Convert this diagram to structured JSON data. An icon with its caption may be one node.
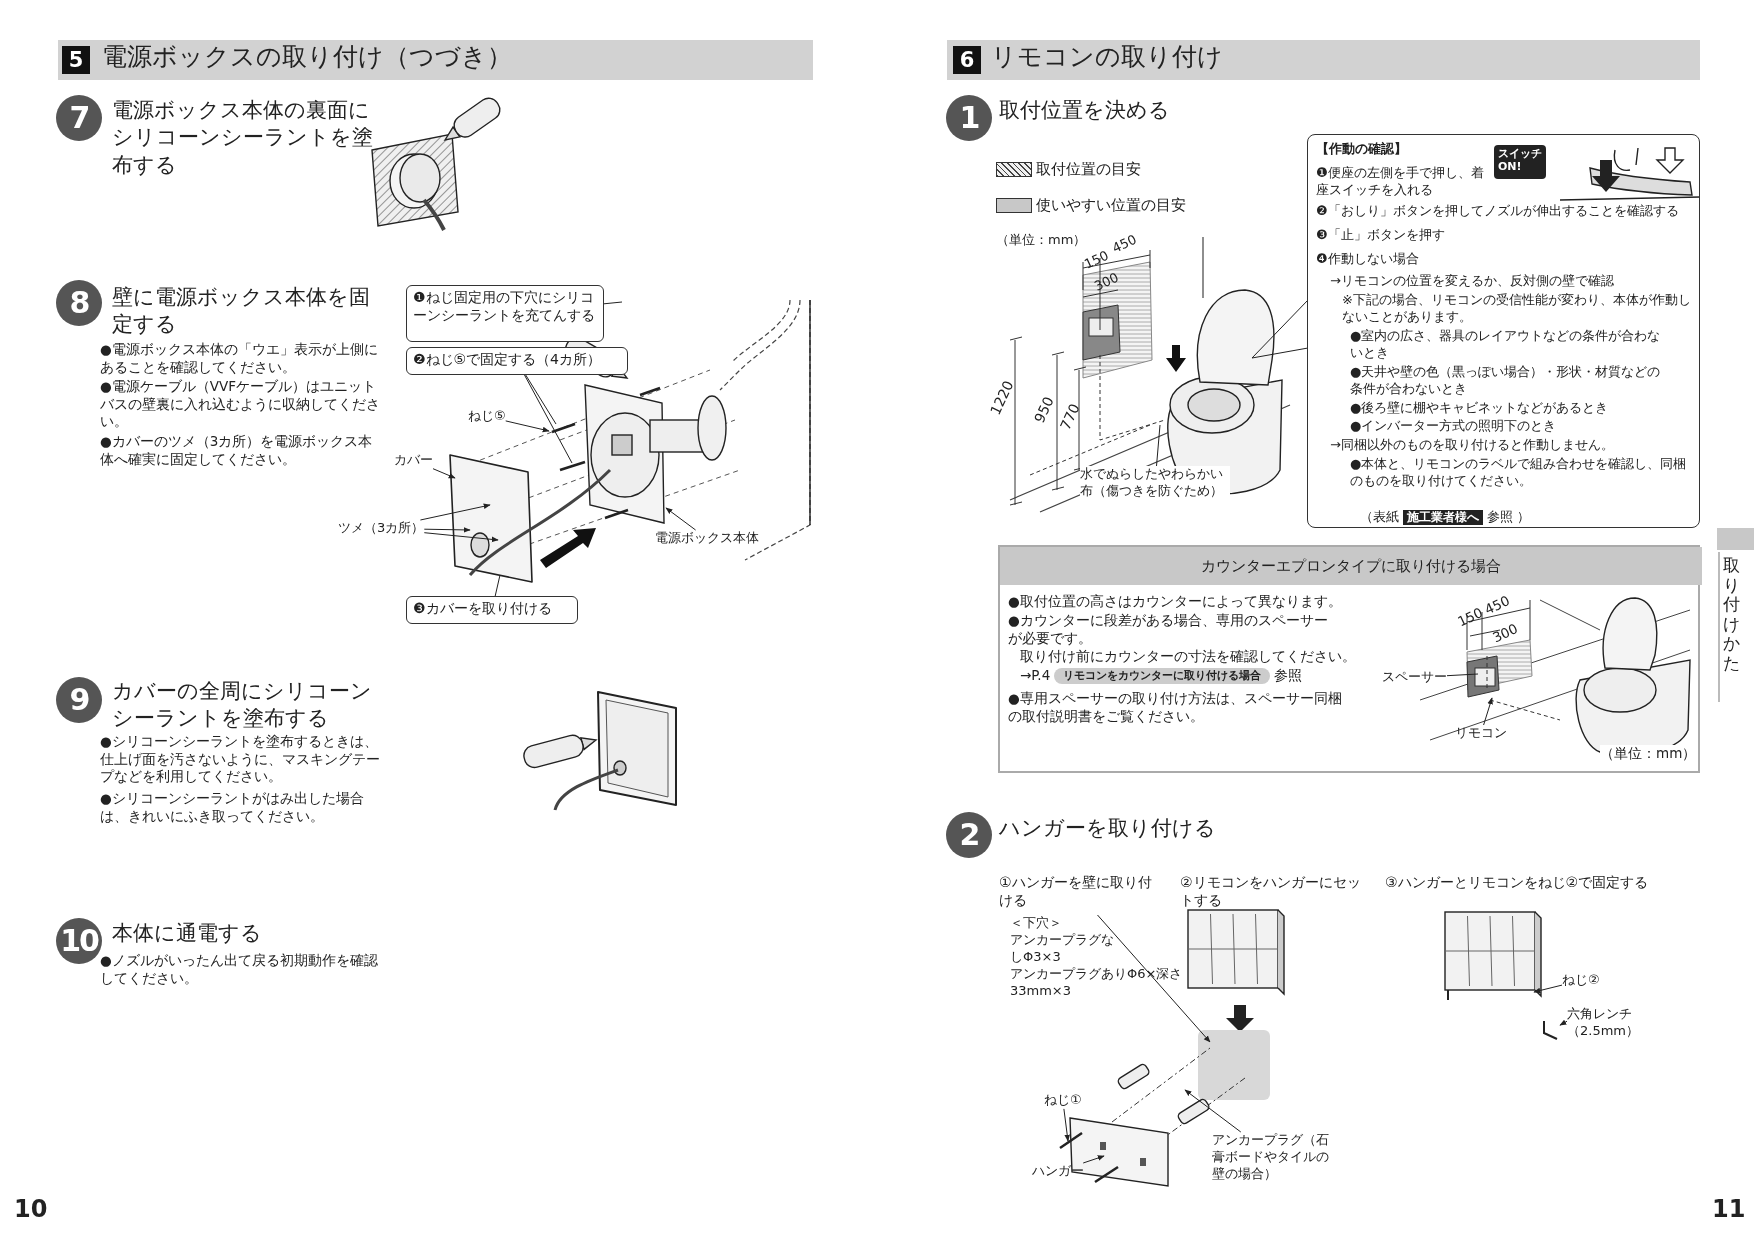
{
  "diagram": {
    "nodes": [
      {
        "text": [
          "❶ねじ固定用の下穴にシリコーンシーラントを充てんする"
        ]
      },
      {
        "text": [
          "❷ねじ⑤で固定する（4カ所）"
        ]
      },
      {
        "text": [
          "ねじ⑤"
        ]
      },
      {
        "text": [
          "カバー"
        ]
      },
      {
        "text": [
          "ツメ（3カ所）"
        ]
      },
      {
        "text": [
          "電源ボックス本体"
        ]
      },
      {
        "text": [
          "❸カバーを取り付ける"
        ]
      },
      {
        "text": [
          "水でぬらしたやわらかい布（傷つきを防ぐため）"
        ]
      },
      {
        "text": [
          "【作動の確認】",
          "❶便座の左側を手で押し、着座スイッチを入れる",
          "❷「おしり」ボタンを押してノズルが伸出することを確認する",
          "❸「止」ボタンを押す",
          "❹作動しない場合",
          "→リモコンの位置を変えるか、反対側の壁で確認",
          "※下記の場合、リモコンの受信性能が変わり、本体が作動しないことがあります。",
          "●室内の広さ、器具のレイアウトなどの条件が合わないとき",
          "●天井や壁の色（黒っぽい場合）・形状・材質などの条件が合わないとき",
          "●後ろ壁に棚やキャビネットなどがあるとき",
          "●インバーター方式の照明下のとき",
          "→同梱以外のものを取り付けると作動しません。",
          "●本体と、リモコンのラベルで組み合わせを確認し、同梱のものを取り付けてください。",
          "（表紙",
          "参照 ）"
        ]
      },
      {
        "text": [
          "スイッチON!"
        ],
        "in": 8
      },
      {
        "text": [
          "施工業者様へ"
        ],
        "in": 8
      },
      {
        "text": [
          "カウンターエプロンタイプに取り付ける場合",
          "●取付位置の高さはカウンターによって異なります。",
          "●カウンターに段差がある場合、専用のスペーサーが必要です。",
          "取り付け前にカウンターの寸法を確認してください。",
          "→P.4",
          "参照",
          "●専用スペーサーの取り付け方法は、スペーサー同梱の取付説明書をご覧ください。",
          "150",
          "450",
          "300",
          "（単位：mm）"
        ]
      },
      {
        "text": [
          "リモコンをカウンターに取り付ける場合"
        ],
        "in": 11
      },
      {
        "text": [
          "スペーサー"
        ],
        "in": 11
      },
      {
        "text": [
          "リモコン"
        ],
        "in": 11
      },
      {
        "text": [
          "＜下穴＞",
          "アンカープラグなしΦ3×3",
          "アンカープラグありΦ6×深さ33mm×3"
        ]
      },
      {
        "text": [
          "ねじ①"
        ]
      },
      {
        "text": [
          "ハンガー"
        ]
      },
      {
        "text": [
          "アンカープラグ（石膏ボードやタイルの壁の場合）"
        ]
      },
      {
        "text": [
          "ねじ②"
        ]
      },
      {
        "text": [
          "六角レンチ（2.5mm）"
        ]
      },
      {
        "text": [],
        "shape": "picture"
      }
    ],
    "edges": [
      {
        "from": 0,
        "to": null,
        "arrow": "none"
      },
      {
        "from": 1,
        "to": null,
        "arrow": "none"
      },
      {
        "from": 1,
        "to": null,
        "arrow": "none"
      },
      {
        "from": 2,
        "to": null,
        "arrow": "to"
      },
      {
        "from": 3,
        "to": null,
        "arrow": "to"
      },
      {
        "from": 4,
        "to": null,
        "arrow": "to"
      },
      {
        "from": 4,
        "to": null,
        "arrow": "to"
      },
      {
        "from": 4,
        "to": null,
        "arrow": "to"
      },
      {
        "from": 5,
        "to": null,
        "arrow": "to"
      },
      {
        "from": 6,
        "to": null,
        "arrow": "none"
      },
      {
        "from": 7,
        "to": null,
        "arrow": "none"
      },
      {
        "from": null,
        "to": 8,
        "arrow": "none"
      },
      {
        "from": 13,
        "to": null,
        "arrow": "none"
      },
      {
        "from": 14,
        "to": null,
        "arrow": "to"
      },
      {
        "from": 15,
        "to": null,
        "arrow": "to"
      },
      {
        "from": 16,
        "to": null,
        "arrow": "to"
      },
      {
        "from": 17,
        "to": null,
        "arrow": "to"
      },
      {
        "from": 18,
        "to": null,
        "arrow": "to"
      },
      {
        "from": 19,
        "to": null,
        "arrow": "to"
      },
      {
        "from": 20,
        "to": 21,
        "arrow": "to"
      }
    ],
    "labels": [
      "5",
      "電源ボックスの取り付け（つづき）",
      "7",
      "電源ボックス本体の裏面にシリコーンシーラントを塗布する",
      "8",
      "壁に電源ボックス本体を固定する",
      "●電源ボックス本体の「ウエ」表示が上側にあることを確認してください。",
      "●電源ケーブル（VVFケーブル）はユニットバスの壁裏に入れ込むように収納してください。",
      "●カバーのツメ（3カ所）を電源ボックス本体へ確実に固定してください。",
      "9",
      "カバーの全周にシリコーンシーラントを塗布する",
      "●シリコーンシーラントを塗布するときは、仕上げ面を汚さないように、マスキングテープなどを利用してください。",
      "●シリコーンシーラントがはみ出した場合は、きれいにふき取ってください。",
      "10",
      "本体に通電する",
      "●ノズルがいったん出て戻る初期動作を確認してください。",
      "6",
      "リモコンの取り付け",
      "1",
      "取付位置を決める",
      "（単位：mm）",
      "150",
      "450",
      "300",
      "1220",
      "950",
      "770",
      "2",
      "ハンガーを取り付ける",
      "①ハンガーを壁に取り付ける",
      "②リモコンをハンガーにセットする",
      "③ハンガーとリモコンをねじ②で固定する",
      "取り付けかた",
      "10",
      "11"
    ],
    "legend": [
      {
        "text": "取付位置の目安"
      },
      {
        "text": "使いやすい位置の目安",
        "color": "#c8c8c8"
      }
    ]
  }
}
